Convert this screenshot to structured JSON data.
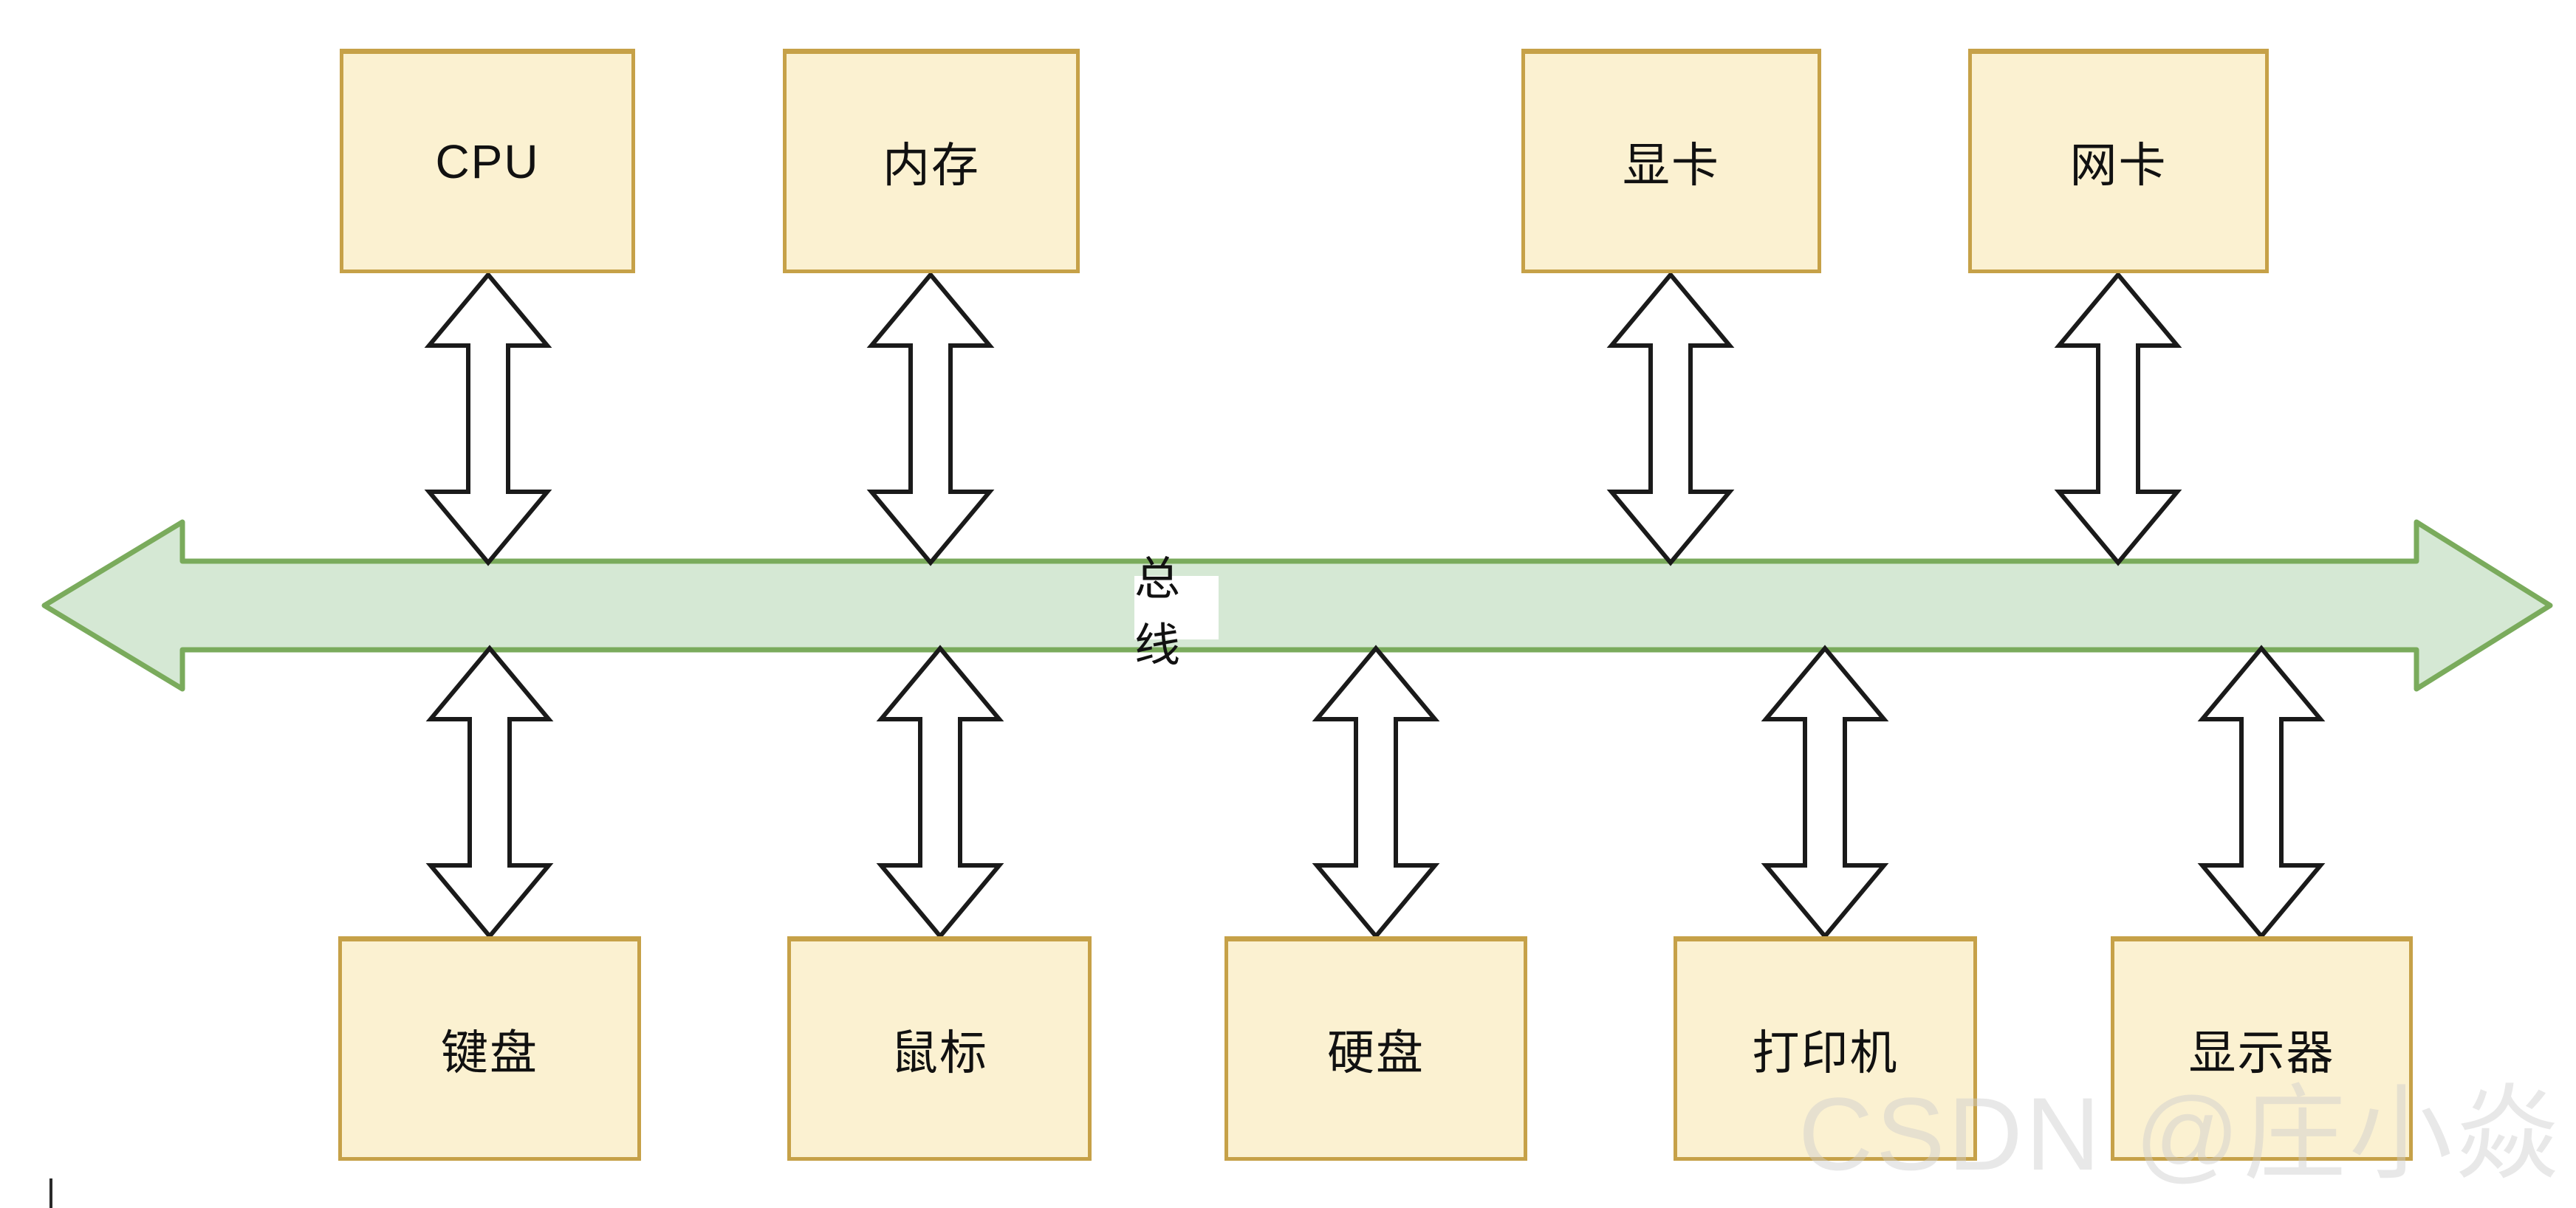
{
  "diagram": {
    "title": "computer-bus-architecture",
    "bus": {
      "label": "总线"
    },
    "top_nodes": [
      {
        "id": "cpu",
        "label": "CPU"
      },
      {
        "id": "memory",
        "label": "内存"
      },
      {
        "id": "gpu",
        "label": "显卡"
      },
      {
        "id": "nic",
        "label": "网卡"
      }
    ],
    "bottom_nodes": [
      {
        "id": "keyboard",
        "label": "键盘"
      },
      {
        "id": "mouse",
        "label": "鼠标"
      },
      {
        "id": "hdd",
        "label": "硬盘"
      },
      {
        "id": "printer",
        "label": "打印机"
      },
      {
        "id": "monitor",
        "label": "显示器"
      }
    ],
    "watermark": "CSDN @庄小焱",
    "colors": {
      "node_fill": "#FBF1D1",
      "node_stroke": "#C6A148",
      "bus_fill": "#D5E8D4",
      "bus_stroke": "#7AAB5C",
      "arrow_fill": "#FFFFFF",
      "arrow_stroke": "#1A1A1A",
      "bus_label_bg": "#FFFFFF",
      "text": "#111111",
      "watermark_color": "rgba(203,203,203,0.45)"
    }
  }
}
